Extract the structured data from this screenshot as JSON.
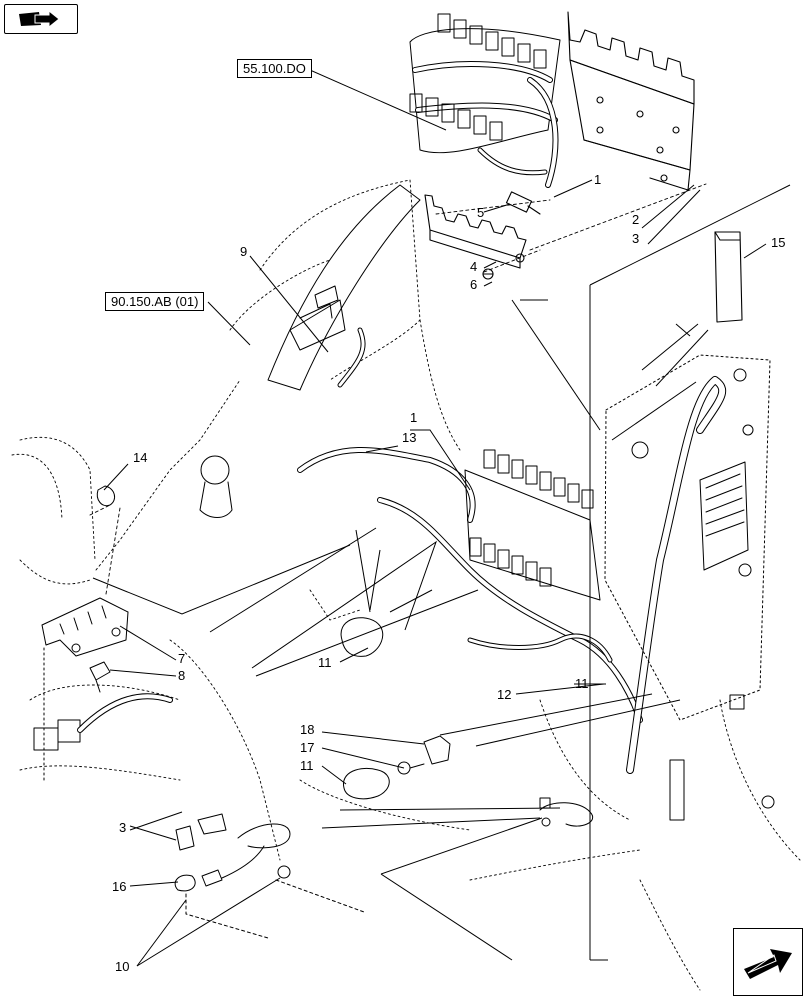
{
  "references": [
    {
      "id": "ref-55-100-do",
      "text": "55.100.DO"
    },
    {
      "id": "ref-90-150-ab-01",
      "text": "90.150.AB (01)"
    }
  ],
  "callouts": {
    "c1a": "1",
    "c1b": "1",
    "c2": "2",
    "c3a": "3",
    "c3b": "3",
    "c4": "4",
    "c5": "5",
    "c6": "6",
    "c7": "7",
    "c8": "8",
    "c9": "9",
    "c10": "10",
    "c11a": "11",
    "c11b": "11",
    "c11c": "11",
    "c12": "12",
    "c13": "13",
    "c14": "14",
    "c15": "15",
    "c16": "16",
    "c17": "17",
    "c18": "18"
  },
  "icons": {
    "top_left": "book-arrow-icon",
    "bottom_right": "next-page-arrow-icon"
  }
}
